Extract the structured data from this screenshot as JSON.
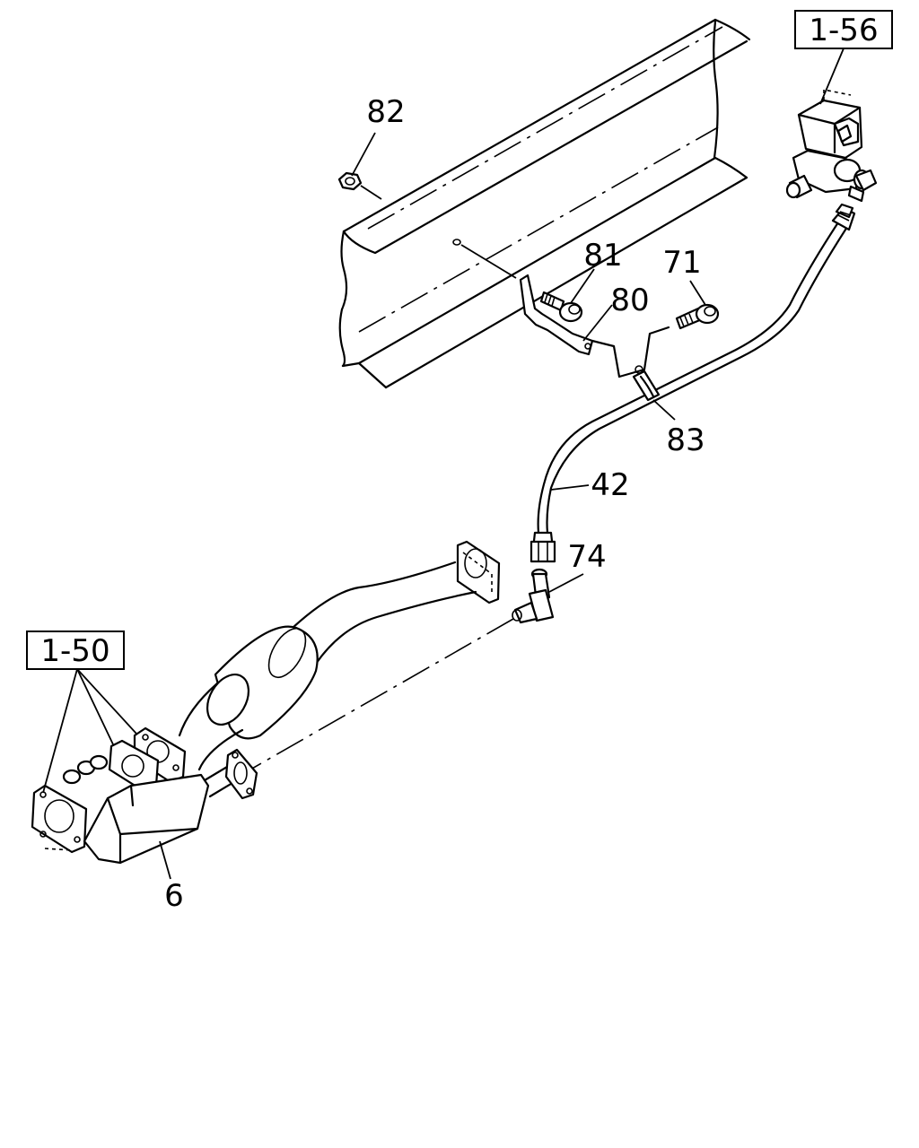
{
  "diagram": {
    "callouts": {
      "c82": "82",
      "c81": "81",
      "c80": "80",
      "c71": "71",
      "c83": "83",
      "c42": "42",
      "c74": "74",
      "c6": "6"
    },
    "references": {
      "ref_1_56": "1-56",
      "ref_1_50": "1-50"
    }
  }
}
